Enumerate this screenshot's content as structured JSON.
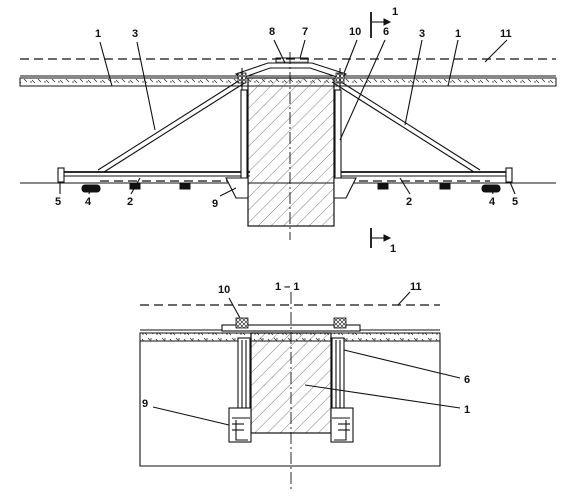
{
  "top_view": {
    "labels": {
      "l1_left": "1",
      "l3_left": "3",
      "l8": "8",
      "l7": "7",
      "l10": "10",
      "l6": "6",
      "l3_right": "3",
      "l1_right": "1",
      "l11": "11",
      "l5_left": "5",
      "l4_left": "4",
      "l2_left": "2",
      "l9": "9",
      "l2_right": "2",
      "l4_right": "4",
      "l5_right": "5",
      "section_mark_top": "1",
      "section_mark_bottom": "1"
    }
  },
  "section_view": {
    "title": "1 – 1",
    "labels": {
      "l10": "10",
      "l11": "11",
      "l6": "6",
      "l1": "1",
      "l9": "9"
    }
  }
}
